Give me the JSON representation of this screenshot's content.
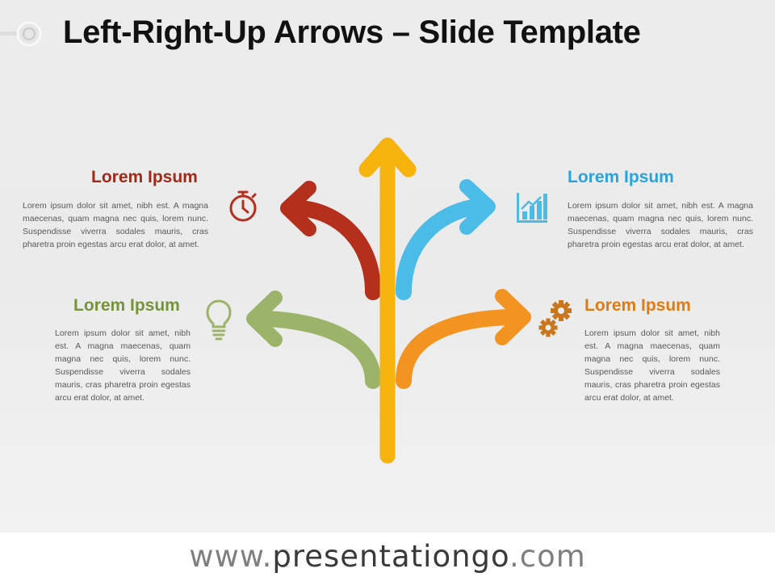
{
  "title": "Left-Right-Up Arrows – Slide Template",
  "colors": {
    "red": "#b52f1d",
    "blue": "#4bbbe8",
    "green": "#9bb46a",
    "orange": "#f39422",
    "yellow": "#f6b20d"
  },
  "blocks": [
    {
      "id": "top-left",
      "heading": "Lorem Ipsum",
      "color": "#a02a17",
      "icon": "stopwatch-icon",
      "text": "Lorem ipsum dolor sit amet, nibh est. A magna maecenas, quam magna nec quis, lorem nunc. Suspendisse viverra sodales mauris, cras pharetra proin egestas arcu erat dolor, at amet."
    },
    {
      "id": "top-right",
      "heading": "Lorem Ipsum",
      "color": "#2aa3dd",
      "icon": "bar-chart-icon",
      "text": "Lorem ipsum dolor sit amet, nibh est. A magna maecenas, quam magna nec quis, lorem nunc. Suspendisse viverra sodales mauris, cras pharetra proin egestas arcu erat dolor, at amet."
    },
    {
      "id": "bottom-left",
      "heading": "Lorem Ipsum",
      "color": "#76923c",
      "icon": "lightbulb-icon",
      "text": "Lorem ipsum dolor sit amet, nibh est. A magna maecenas, quam magna nec quis, lorem nunc. Suspendisse viverra sodales mauris, cras pharetra proin egestas arcu erat dolor, at amet."
    },
    {
      "id": "bottom-right",
      "heading": "Lorem Ipsum",
      "color": "#e07b10",
      "icon": "gears-icon",
      "text": "Lorem ipsum dolor sit amet, nibh est. A magna maecenas, quam magna nec quis, lorem nunc. Suspendisse viverra sodales mauris, cras pharetra proin egestas arcu erat dolor, at amet."
    }
  ],
  "footer": {
    "prefix": "www.",
    "brand": "presentationgo",
    "suffix": ".com"
  }
}
